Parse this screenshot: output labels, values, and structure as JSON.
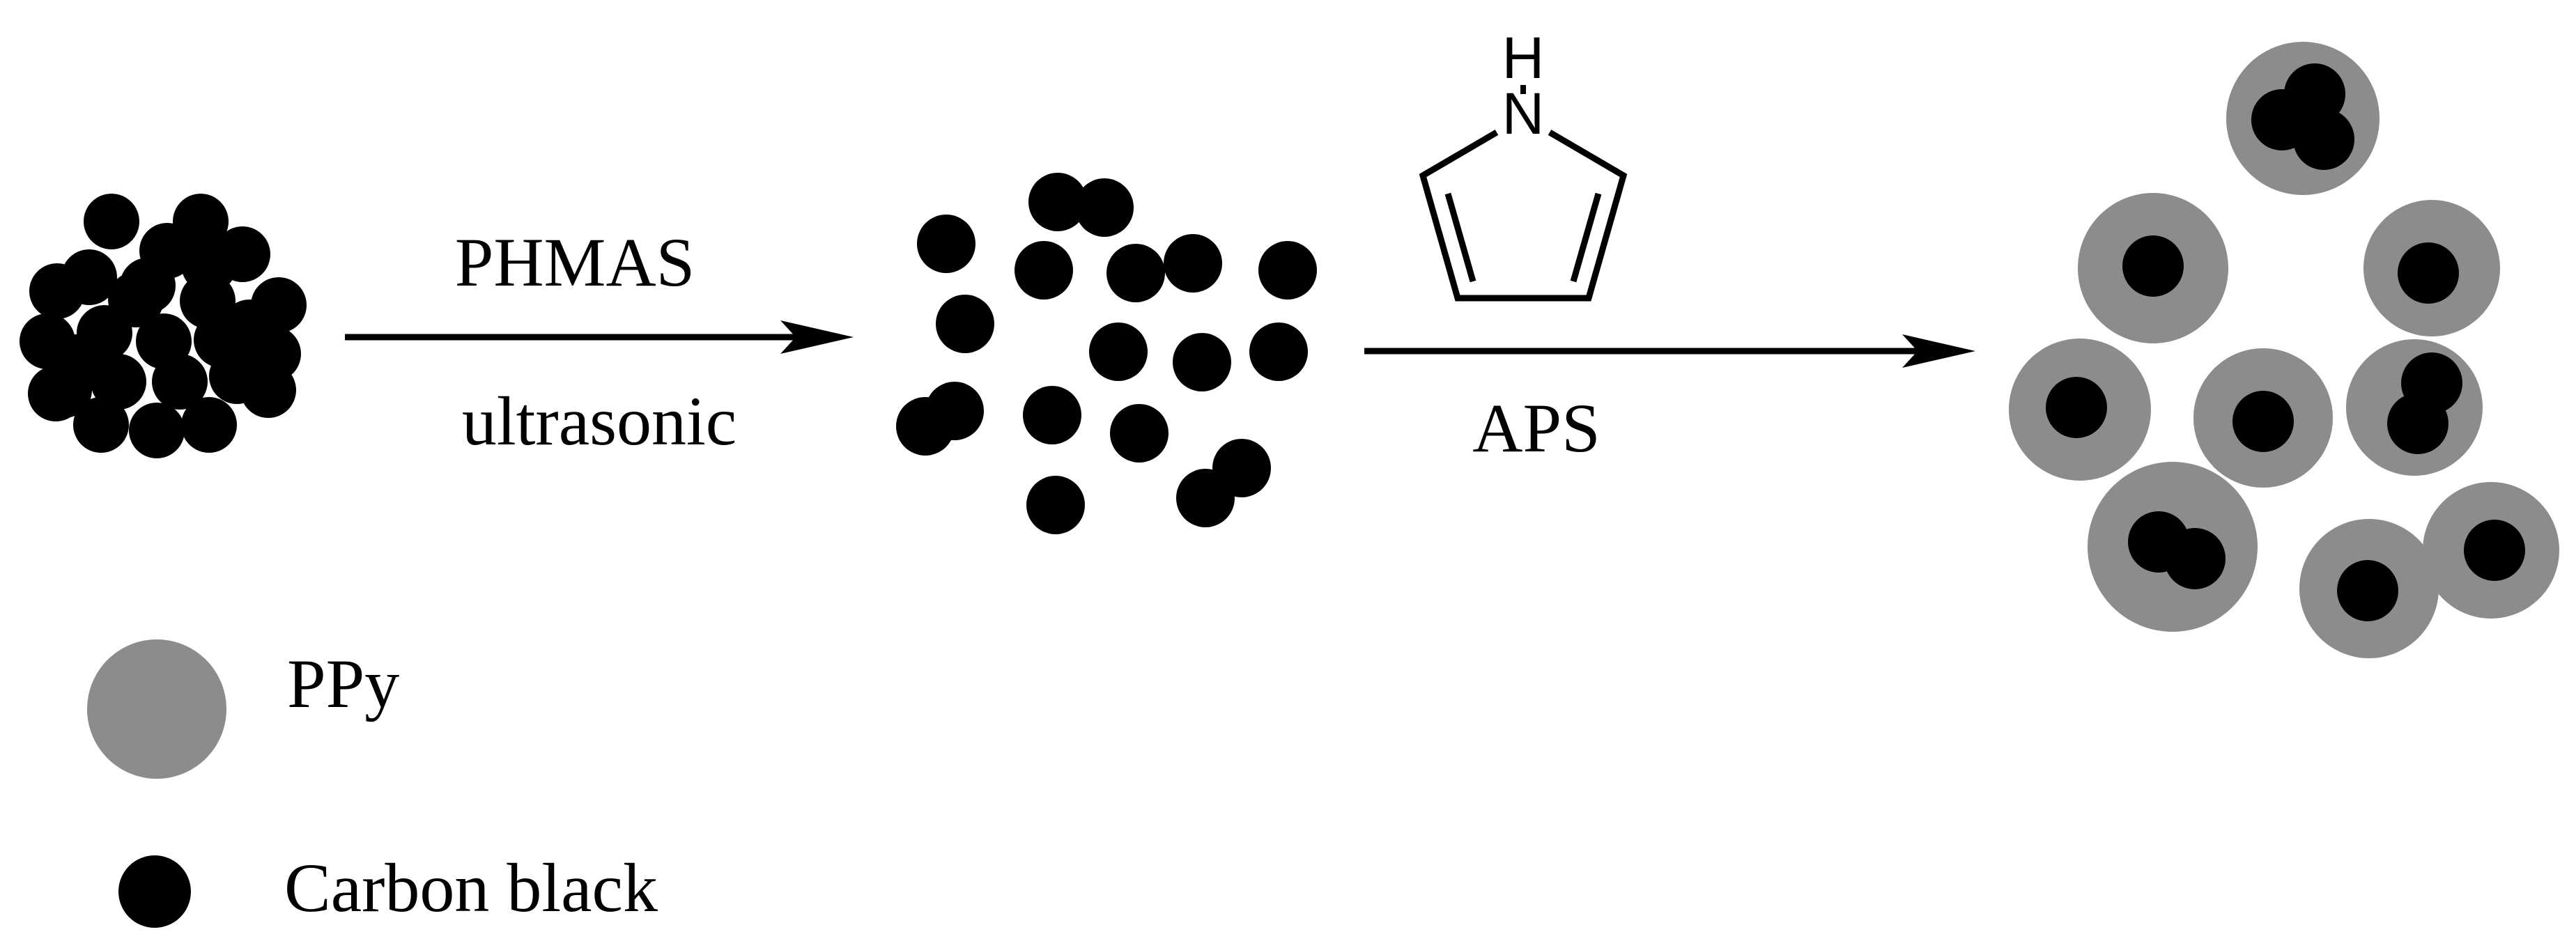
{
  "labels": {
    "step1_above": "PHMAS",
    "step1_below": "ultrasonic",
    "step2_below": "APS",
    "legend_ppy": "PPy",
    "legend_carbon": "Carbon black"
  },
  "molecule": {
    "nitrogen": "N",
    "hydrogen": "H"
  },
  "colors": {
    "carbon": "#000000",
    "ppy": "#8c8c8c",
    "arrow": "#000000"
  }
}
